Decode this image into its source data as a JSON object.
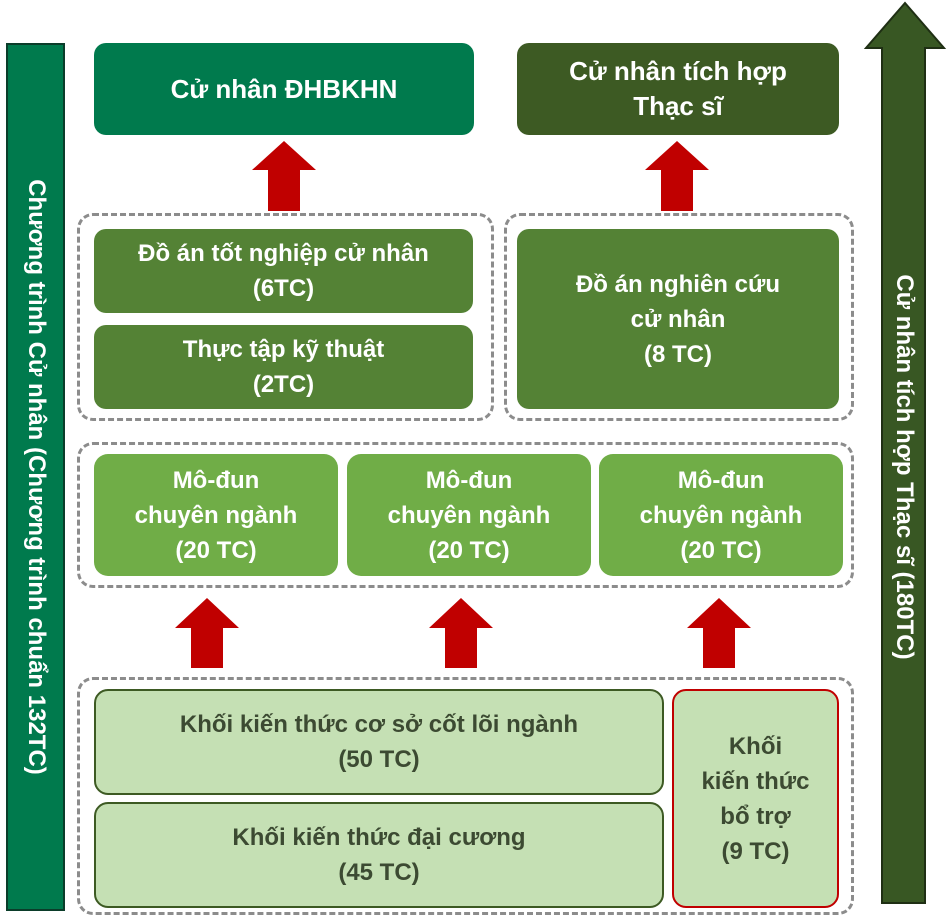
{
  "left_bar": {
    "label": "Chương trình Cử nhân (Chương trình chuẩn 132TC)",
    "color": "#007a4d"
  },
  "right_arrow": {
    "label": "Cử nhân tích hợp Thạc sĩ (180TC)",
    "color": "#385723"
  },
  "outcomes": {
    "bachelor": "Cử nhân ĐHBKHN",
    "integrated": "Cử nhân tích hợp\nThạc sĩ"
  },
  "projects": {
    "graduation": "Đồ án tốt nghiệp cử nhân\n(6TC)",
    "internship": "Thực tập kỹ thuật\n(2TC)",
    "research": "Đồ án nghiên cứu\ncử nhân\n(8 TC)"
  },
  "modules": [
    {
      "label": "Mô-đun\nchuyên ngành\n(20 TC)"
    },
    {
      "label": "Mô-đun\nchuyên ngành\n(20 TC)"
    },
    {
      "label": "Mô-đun\nchuyên ngành\n(20 TC)"
    }
  ],
  "knowledge": {
    "core": "Khối kiến thức cơ sở cốt lõi ngành\n(50 TC)",
    "general": "Khối kiến thức đại cương\n(45 TC)",
    "supplementary": "Khối\nkiến thức\nbổ trợ\n(9 TC)"
  },
  "colors": {
    "bachelor_box": "#007a4d",
    "integrated_box": "#3d5a23",
    "project_box": "#548235",
    "module_box": "#70ad47",
    "knowledge_box": "#c5e0b4",
    "arrow": "#c00000",
    "supplementary_border": "#c00000"
  }
}
